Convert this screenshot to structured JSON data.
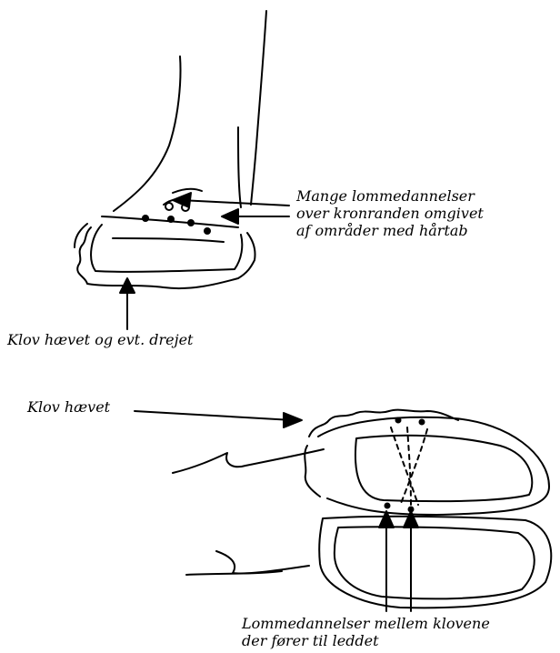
{
  "labels": {
    "top_annotation": [
      "Mange lommedannelser",
      "over kronranden omgivet",
      "af områder med hårtab"
    ],
    "top_caption": "Klov hævet og evt. drejet",
    "bottom_label": "Klov hævet",
    "bottom_caption": [
      "Lommedannelser mellem klovene",
      "der fører til leddet"
    ]
  },
  "colors": {
    "ink": "#000000",
    "background": "#ffffff"
  }
}
